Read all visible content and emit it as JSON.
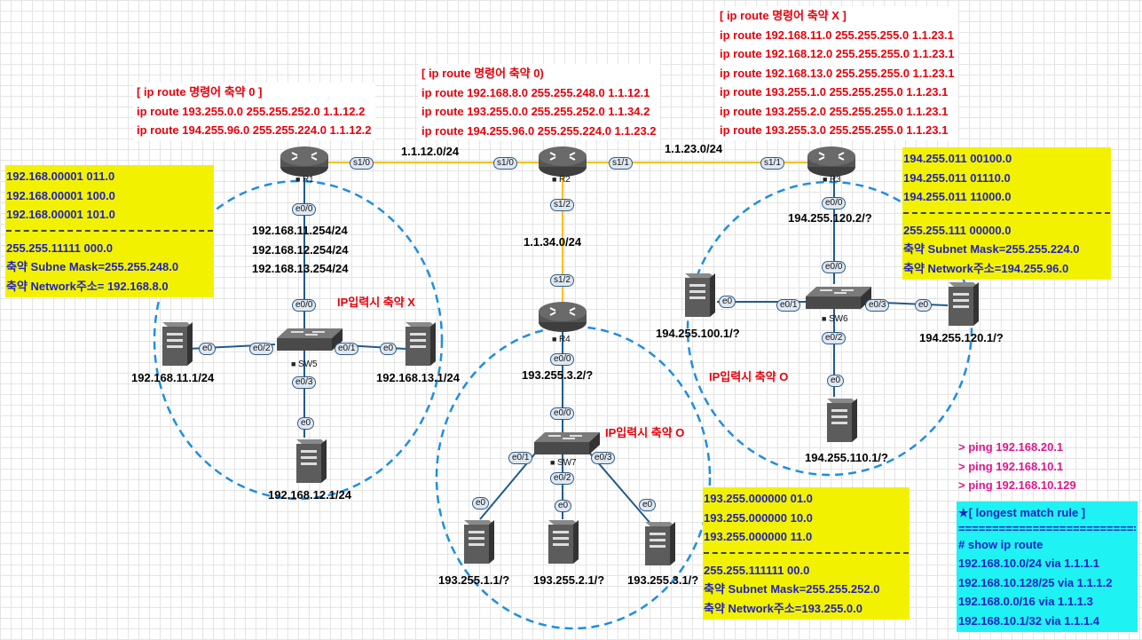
{
  "notes": {
    "r1": [
      "[ ip route 명령어 축약 0 ]",
      "ip route 193.255.0.0 255.255.252.0 1.1.12.2",
      "ip route 194.255.96.0 255.255.224.0 1.1.12.2"
    ],
    "r2": [
      "[ ip route 명령어 축약 0)",
      "ip route 192.168.8.0 255.255.248.0 1.1.12.1",
      "ip route 193.255.0.0 255.255.252.0 1.1.34.2",
      "ip route 194.255.96.0 255.255.224.0 1.1.23.2"
    ],
    "r3": [
      "[ ip route 명령어 축약 X ]",
      "ip route 192.168.11.0 255.255.255.0 1.1.23.1",
      "ip route 192.168.12.0 255.255.255.0 1.1.23.1",
      "ip route 192.168.13.0 255.255.255.0 1.1.23.1",
      "ip route 193.255.1.0 255.255.255.0 1.1.23.1",
      "ip route 193.255.2.0 255.255.255.0 1.1.23.1",
      "ip route 193.255.3.0 255.255.255.0 1.1.23.1"
    ]
  },
  "boxes": {
    "left": {
      "top": [
        "192.168.00001 011.0",
        "192.168.00001 100.0",
        "192.168.00001 101.0"
      ],
      "bottom": [
        "255.255.11111 000.0",
        "축약 Subne Mask=255.255.248.0",
        "축약 Network주소= 192.168.8.0"
      ]
    },
    "right": {
      "top": [
        "194.255.011 00100.0",
        "194.255.011 01110.0",
        "194.255.011 11000.0"
      ],
      "bottom": [
        "255.255.111 00000.0",
        "축약  Subnet Mask=255.255.224.0",
        "축약 Network주소=194.255.96.0"
      ]
    },
    "bottom": {
      "top": [
        "193.255.000000 01.0",
        "193.255.000000 10.0",
        "193.255.000000 11.0"
      ],
      "bottom": [
        "255.255.111111 00.0",
        "축약 Subnet Mask=255.255.252.0",
        "축약 Network주소=193.255.0.0"
      ]
    }
  },
  "longest": {
    "title": "★[ longest match rule ]",
    "equals": "==================================",
    "lines": [
      "# show ip route",
      "192.168.10.0/24  via 1.1.1.1",
      "192.168.10.128/25 via 1.1.1.2",
      "192.168.0.0/16 via 1.1.1.3",
      "192.168.10.1/32 via 1.1.1.4"
    ]
  },
  "pings": [
    "> ping 192.168.20.1",
    "> ping 192.168.10.1",
    "> ping 192.168.10.129"
  ],
  "devices": {
    "r1": "R1",
    "r2": "R2",
    "r3": "R3",
    "r4": "R4",
    "sw5": "SW5",
    "sw6": "SW6",
    "sw7": "SW7"
  },
  "nets": {
    "n12": "1.1.12.0/24",
    "n23": "1.1.23.0/24",
    "n34": "1.1.34.0/24"
  },
  "ips": {
    "r1_lan": [
      "192.168.11.254/24",
      "192.168.12.254/24",
      "192.168.13.254/24"
    ],
    "pc11": "192.168.11.1/24",
    "pc13": "192.168.13.1/24",
    "pc12": "192.168.12.1/24",
    "r3_lan": "194.255.120.2/?",
    "pc100": "194.255.100.1/?",
    "pc120": "194.255.120.1/?",
    "pc110": "194.255.110.1/?",
    "r4_lan": "193.255.3.2/?",
    "pc1": "193.255.1.1/?",
    "pc2": "193.255.2.1/?",
    "pc3": "193.255.3.1/?"
  },
  "labels": {
    "sw5": "IP입력시 축약 X",
    "sw7": "IP입력시 축약 O",
    "sw6": "IP입력시 축약 O"
  },
  "ports": {
    "r1_s10": "s1/0",
    "r2_s10": "s1/0",
    "r2_s11": "s1/1",
    "r3_s11": "s1/1",
    "r2_s12": "s1/2",
    "r4_s12": "s1/2",
    "r1_e00": "e0/0",
    "sw5_e00": "e0/0",
    "sw5_e02": "e0/2",
    "sw5_e01": "e0/1",
    "sw5_e03": "e0/3",
    "pc11_e0": "e0",
    "pc13_e0": "e0",
    "pc12_e0": "e0",
    "r3_e00": "e0/0",
    "sw6_e00": "e0/0",
    "sw6_e01": "e0/1",
    "sw6_e03": "e0/3",
    "sw6_e02": "e0/2",
    "pc100_e0": "e0",
    "pc120_e0": "e0",
    "pc110_e0": "e0",
    "r4_e00": "e0/0",
    "sw7_e00": "e0/0",
    "sw7_e01": "e0/1",
    "sw7_e02": "e0/2",
    "sw7_e03": "e0/3",
    "pc1_e0": "e0",
    "pc2_e0": "e0",
    "pc3_e0": "e0"
  },
  "colors": {
    "serial_link": "#f2c200",
    "ethernet_link": "#1f5a8c",
    "circle": "#1e8ee0",
    "note_red": "#e8000b",
    "box_yellow": "#f2f200",
    "box_cyan": "#1ef2f2",
    "text_blue": "#1f1fc0"
  }
}
